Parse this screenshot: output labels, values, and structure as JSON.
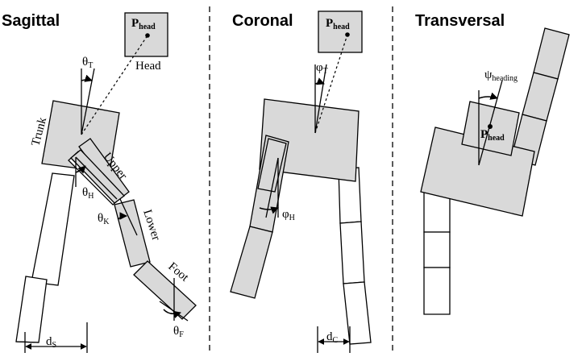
{
  "panels": {
    "sagittal": {
      "title": "Sagittal",
      "point_label": "P",
      "point_sub": "head",
      "head_label": "Head",
      "trunk_label": "Trunk",
      "upper_label": "Upper",
      "lower_label": "Lower",
      "foot_label": "Foot",
      "theta_T": "θ",
      "theta_T_sub": "T",
      "theta_H": "θ",
      "theta_H_sub": "H",
      "theta_K": "θ",
      "theta_K_sub": "K",
      "theta_F": "θ",
      "theta_F_sub": "F",
      "d_label": "d",
      "d_sub": "S"
    },
    "coronal": {
      "title": "Coronal",
      "point_label": "P",
      "point_sub": "head",
      "phi_T": "φ",
      "phi_T_sub": "T",
      "phi_H": "φ",
      "phi_H_sub": "H",
      "d_label": "d",
      "d_sub": "C"
    },
    "transversal": {
      "title": "Transversal",
      "psi": "ψ",
      "psi_sub": "heading",
      "point_label": "P",
      "point_sub": "head"
    }
  },
  "colors": {
    "segment_fill": "#d9d9d9",
    "stroke": "#000000",
    "background": "#ffffff"
  }
}
